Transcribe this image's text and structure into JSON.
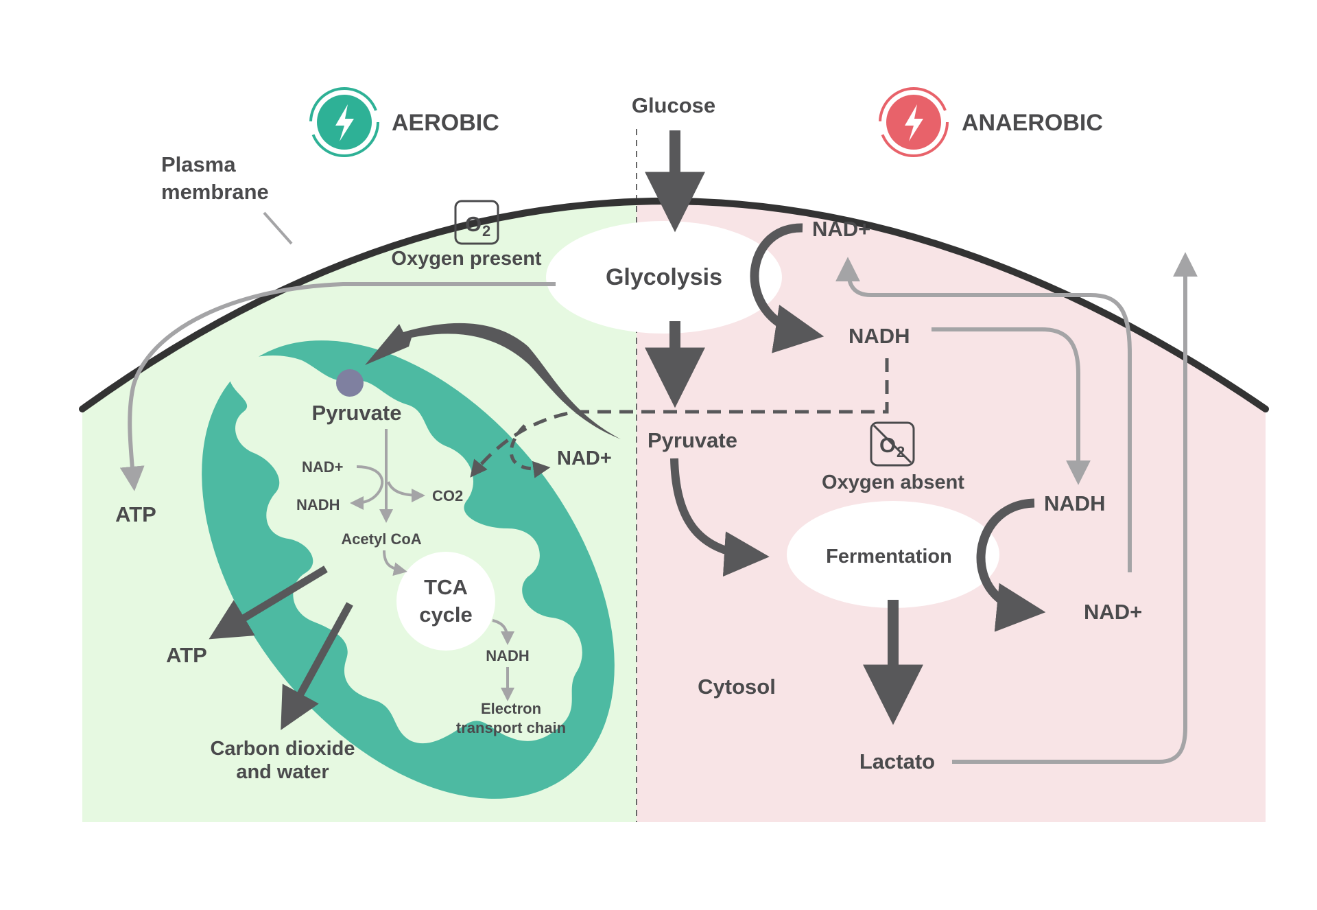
{
  "colors": {
    "aerobic_bg": "#e6f9e1",
    "anaerobic_bg": "#f8e4e6",
    "mito_teal": "#4dbaa2",
    "aerobic_badge": "#2eb196",
    "anaerobic_badge": "#e8626a",
    "membrane": "#333333",
    "dark_arrow": "#58585a",
    "gray_arrow": "#a4a4a6",
    "pyruvate_dot": "#7f80a0",
    "text": "#4a4a4c"
  },
  "headers": {
    "aerobic": "AEROBIC",
    "anaerobic": "ANAEROBIC",
    "glucose": "Glucose",
    "aerobic_icon": "lightning-bolt-icon",
    "anaerobic_icon": "lightning-bolt-icon"
  },
  "labels": {
    "plasma_line1": "Plasma",
    "plasma_line2": "membrane",
    "oxygen_present": "Oxygen present",
    "oxygen_absent": "Oxygen absent",
    "o2_symbol": "O",
    "o2_sub": "2",
    "glycolysis": "Glycolysis",
    "pyruvate_cytosol": "Pyruvate",
    "pyruvate_mito": "Pyruvate",
    "nad_plus_top": "NAD+",
    "nadh_top": "NADH",
    "nad_plus_mito_out": "NAD+",
    "nad_plus_small": "NAD+",
    "nadh_small": "NADH",
    "co2": "CO2",
    "acetyl_coa": "Acetyl CoA",
    "tca_line1": "TCA",
    "tca_line2": "cycle",
    "nadh_tca": "NADH",
    "etc_line1": "Electron",
    "etc_line2": "transport chain",
    "atp_left": "ATP",
    "atp_mito": "ATP",
    "co2_water_line1": "Carbon dioxide",
    "co2_water_line2": "and water",
    "cytosol": "Cytosol",
    "fermentation": "Fermentation",
    "nadh_ferm": "NADH",
    "nad_plus_ferm": "NAD+",
    "lactato": "Lactato"
  }
}
